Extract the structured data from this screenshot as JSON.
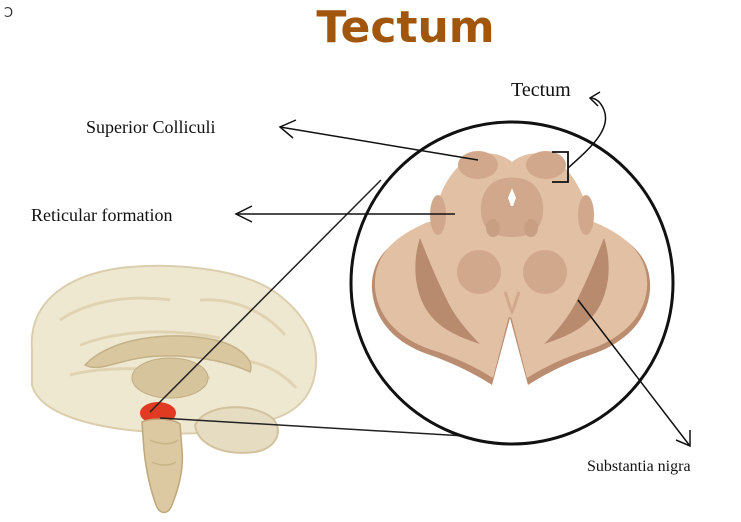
{
  "title": "Tectum",
  "corner_glyph": "Ↄ",
  "labels": {
    "tectum": "Tectum",
    "superior_colliculi": "Superior Colliculi",
    "reticular_formation": "Reticular formation",
    "substantia_nigra": "Substantia nigra"
  },
  "colors": {
    "title": "#a0560c",
    "tissue_light": "#e2c0a4",
    "tissue_mid": "#d1a88b",
    "tissue_dark": "#b98b6e",
    "highlight_red": "#e03a22"
  }
}
